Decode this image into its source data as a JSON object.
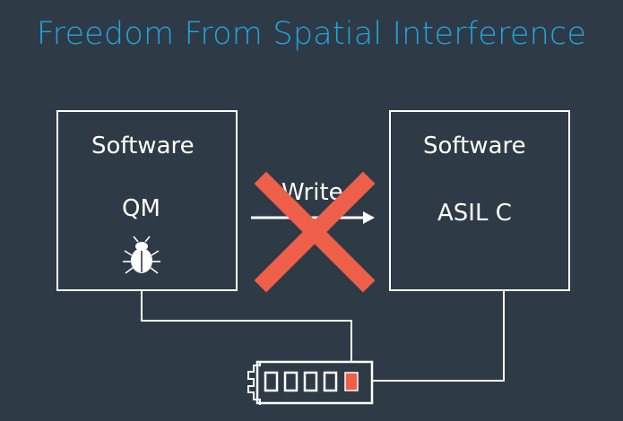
{
  "title": "Freedom From Spatial Interference",
  "left_box": {
    "heading": "Software",
    "label": "QM",
    "icon": "bug-icon"
  },
  "right_box": {
    "heading": "Software",
    "label": "ASIL C"
  },
  "arrow": {
    "label": "Write",
    "blocked": true,
    "cross_icon": "x-mark-icon"
  },
  "memory": {
    "icon": "memory-chip-icon",
    "highlighted_cell_index": 4
  },
  "colors": {
    "background": "#2f3a47",
    "title": "#1fa6e0",
    "cross": "#ee5f49",
    "memory_highlight": "#ee5f49",
    "line": "#ffffff"
  }
}
